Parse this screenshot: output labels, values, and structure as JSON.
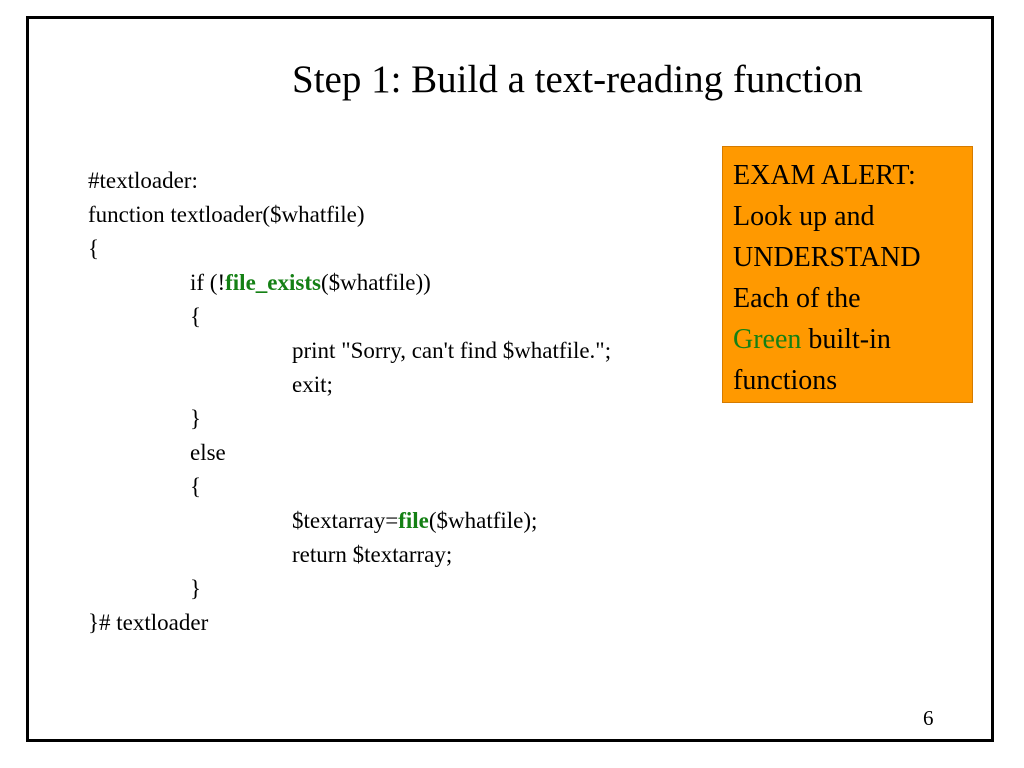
{
  "title": "Step 1: Build a text-reading function",
  "colors": {
    "builtin_green": "#148014",
    "alert_background": "#ff9900",
    "frame": "#000000"
  },
  "code_lines": [
    {
      "indent": 0,
      "segments": [
        {
          "text": "#textloader:"
        }
      ]
    },
    {
      "indent": 0,
      "segments": [
        {
          "text": "function textloader($whatfile)"
        }
      ]
    },
    {
      "indent": 0,
      "segments": [
        {
          "text": "{"
        }
      ]
    },
    {
      "indent": 1,
      "segments": [
        {
          "text": "if (!"
        },
        {
          "text": "file_exists",
          "builtin": true
        },
        {
          "text": "($whatfile))"
        }
      ]
    },
    {
      "indent": 1,
      "segments": [
        {
          "text": "{"
        }
      ]
    },
    {
      "indent": 2,
      "segments": [
        {
          "text": "print \"Sorry, can't find $whatfile.\";"
        }
      ]
    },
    {
      "indent": 2,
      "segments": [
        {
          "text": "exit;"
        }
      ]
    },
    {
      "indent": 1,
      "segments": [
        {
          "text": "}"
        }
      ]
    },
    {
      "indent": 1,
      "segments": [
        {
          "text": "else"
        }
      ]
    },
    {
      "indent": 1,
      "segments": [
        {
          "text": "{"
        }
      ]
    },
    {
      "indent": 2,
      "segments": [
        {
          "text": "$textarray="
        },
        {
          "text": "file",
          "builtin": true
        },
        {
          "text": "($whatfile);"
        }
      ]
    },
    {
      "indent": 2,
      "segments": [
        {
          "text": "return $textarray;"
        }
      ]
    },
    {
      "indent": 1,
      "segments": [
        {
          "text": "}"
        }
      ]
    },
    {
      "indent": 0,
      "segments": [
        {
          "text": "}# textloader"
        }
      ]
    }
  ],
  "alert": {
    "lines": [
      [
        {
          "text": "EXAM ALERT:"
        }
      ],
      [
        {
          "text": "Look up and"
        }
      ],
      [
        {
          "text": "UNDERSTAND"
        }
      ],
      [
        {
          "text": "Each of the"
        }
      ],
      [
        {
          "text": "Green",
          "green": true
        },
        {
          "text": " built-in"
        }
      ],
      [
        {
          "text": "functions"
        }
      ]
    ]
  },
  "page_number": "6"
}
